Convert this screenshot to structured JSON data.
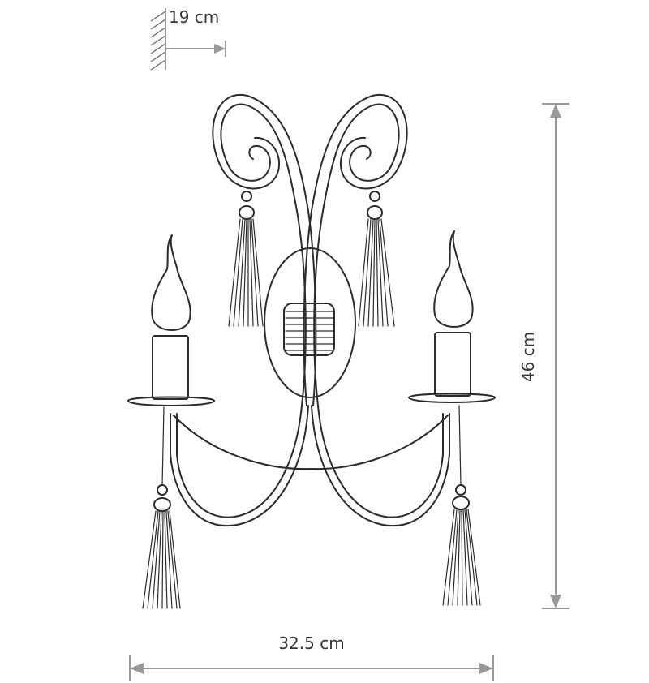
{
  "dimensions": {
    "depth": "19 cm",
    "width": "32.5 cm",
    "height": "46 cm"
  },
  "colors": {
    "line": "#2b2b2b",
    "dimension_line": "#999999"
  },
  "icons": {
    "wall": "wall-hatch-icon"
  }
}
